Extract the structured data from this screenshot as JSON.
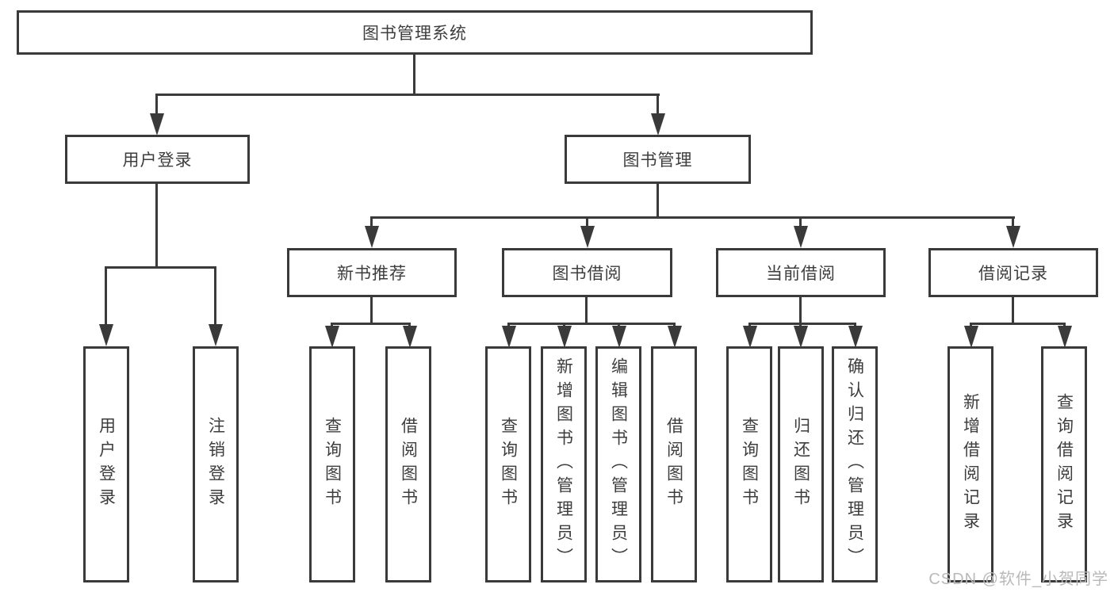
{
  "nodes": {
    "root": "图书管理系统",
    "level2": [
      {
        "label": "用户登录",
        "leaves": [
          "用户登录",
          "注销登录"
        ]
      },
      {
        "label": "图书管理",
        "groups": [
          {
            "label": "新书推荐",
            "leaves": [
              "查询图书",
              "借阅图书"
            ]
          },
          {
            "label": "图书借阅",
            "leaves": [
              "查询图书",
              "新增图书（管理员）",
              "编辑图书（管理员）",
              "借阅图书"
            ]
          },
          {
            "label": "当前借阅",
            "leaves": [
              "查询图书",
              "归还图书",
              "确认归还（管理员）"
            ]
          },
          {
            "label": "借阅记录",
            "leaves": [
              "新增借阅记录",
              "查询借阅记录"
            ]
          }
        ]
      }
    ]
  },
  "watermark": {
    "text": "CSDN @软件_小贺同学"
  },
  "colors": {
    "line": "#3a3a3a",
    "text": "#3d3d3d",
    "watermark": "#b9b9b9",
    "background": "#ffffff"
  }
}
